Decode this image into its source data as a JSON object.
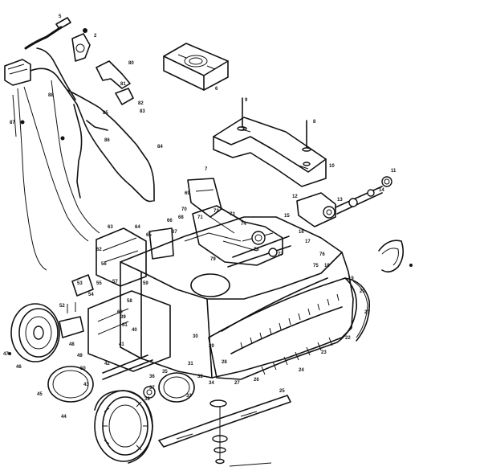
{
  "callouts": [
    "2",
    "5",
    "6",
    "7",
    "8",
    "9",
    "10",
    "11",
    "12",
    "13",
    "14",
    "15",
    "16",
    "17",
    "18",
    "19",
    "20",
    "21",
    "22",
    "23",
    "24",
    "25",
    "26",
    "27",
    "28",
    "29",
    "30",
    "31",
    "32",
    "33",
    "34",
    "35",
    "36",
    "37",
    "38",
    "39",
    "40",
    "41",
    "42",
    "43",
    "44",
    "45",
    "46",
    "47",
    "48",
    "49",
    "50",
    "52",
    "53",
    "54",
    "55",
    "56",
    "57",
    "58",
    "59",
    "60",
    "61",
    "62",
    "63",
    "64",
    "65",
    "66",
    "67",
    "68",
    "69",
    "70",
    "71",
    "72",
    "73",
    "74",
    "75",
    "76",
    "77",
    "78",
    "79",
    "80",
    "81",
    "82",
    "83",
    "84",
    "85",
    "86",
    "87",
    "88"
  ]
}
